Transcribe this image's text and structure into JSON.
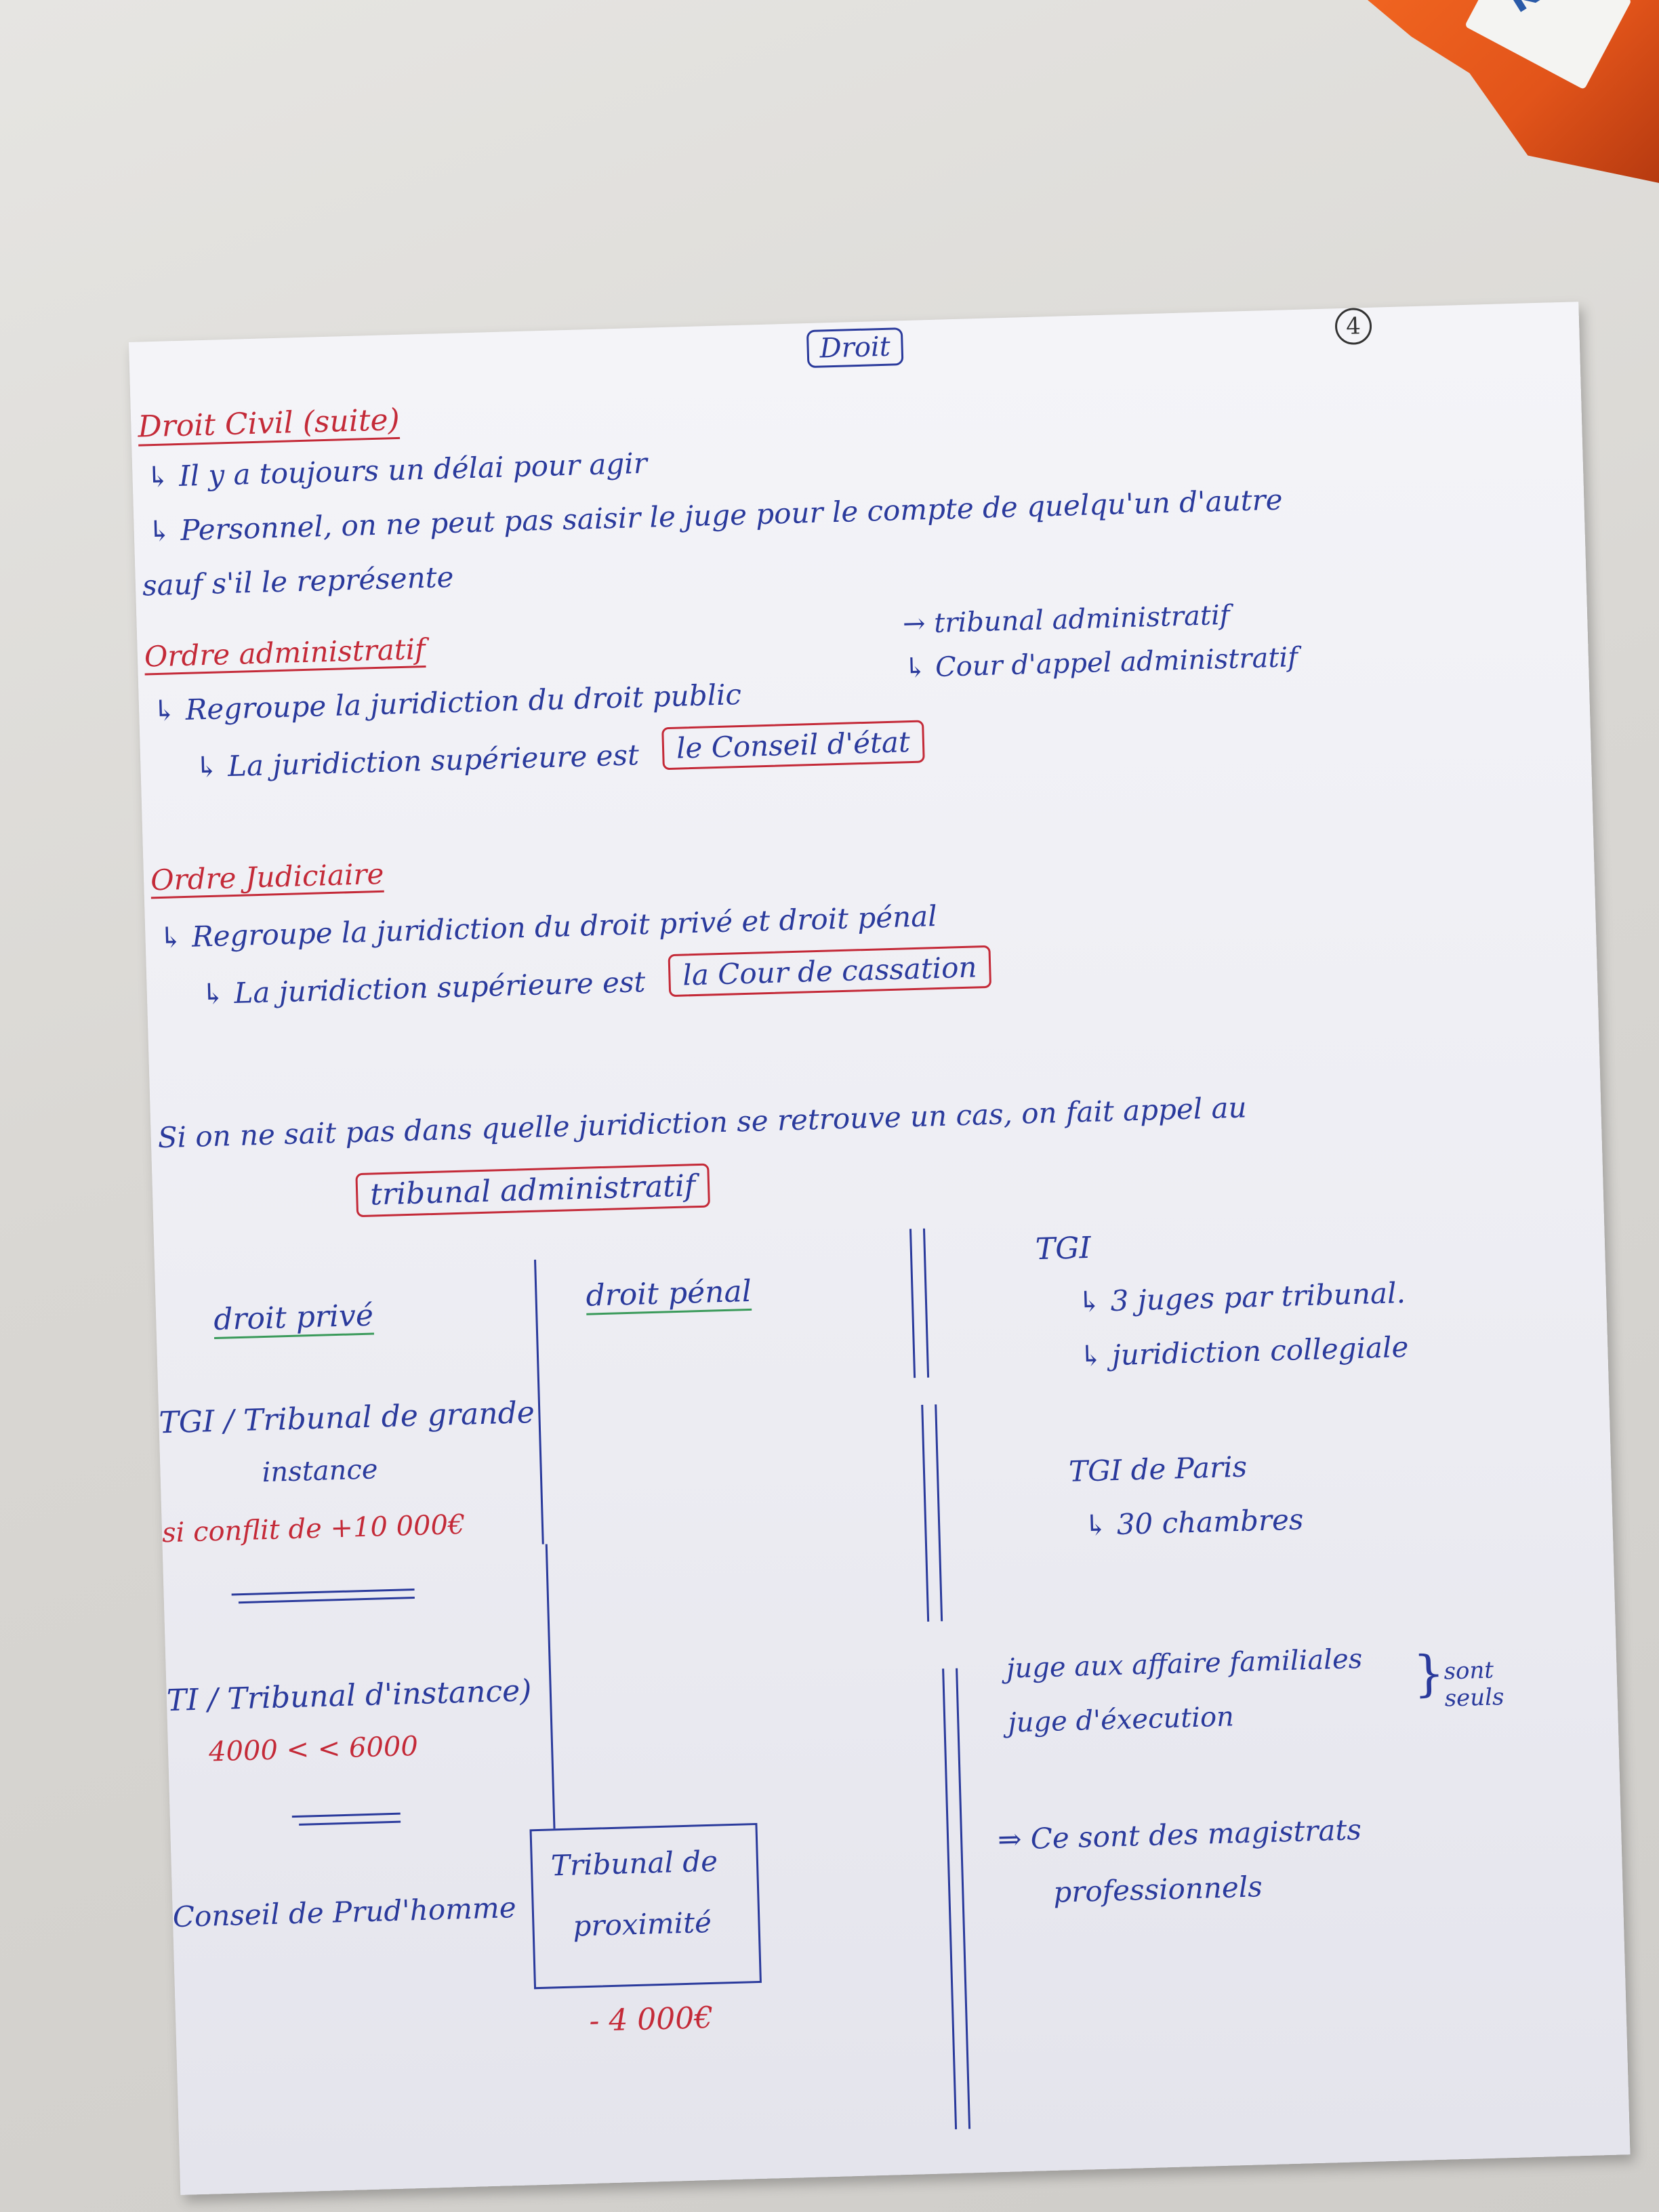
{
  "note": {
    "title": "Droit",
    "page_number": "4",
    "civil": {
      "heading": "Droit Civil (suite)",
      "line1": "↳ Il y a toujours un délai pour agir",
      "line2": "↳ Personnel, on ne peut pas saisir le juge pour le compte de quelqu'un d'autre",
      "line3": "sauf s'il le représente"
    },
    "admin": {
      "heading": "Ordre administratif",
      "line1": "↳ Regroupe la juridiction du droit public",
      "line2": "↳ La juridiction supérieure est",
      "box": "le Conseil d'état",
      "side1": "→ tribunal administratif",
      "side2": "↳ Cour d'appel administratif"
    },
    "judiciaire": {
      "heading": "Ordre Judiciaire",
      "line1": "↳ Regroupe la juridiction du droit privé et droit pénal",
      "line2": "↳ La juridiction supérieure est",
      "box": "la Cour de cassation"
    },
    "appel": {
      "line": "Si on ne sait pas dans quelle juridiction se retrouve un cas, on fait appel au",
      "box": "tribunal administratif"
    },
    "table": {
      "col1_header": "droit privé",
      "col2_header": "droit pénal",
      "tgi": "TGI / Tribunal de grande",
      "tgi_cont": "instance",
      "tgi_condition": "si conflit de +10 000€",
      "ti": "TI / Tribunal d'instance)",
      "ti_range": "4000 <    < 6000",
      "prudhomme": "Conseil de Prud'homme",
      "proximite_line1": "Tribunal de",
      "proximite_line2": "proximité",
      "proximite_amount": "- 4 000€"
    },
    "right": {
      "tgi": "TGI",
      "tgi_l1": "↳ 3 juges par tribunal.",
      "tgi_l2": "↳ juridiction collegiale",
      "paris": "TGI de Paris",
      "paris_l1": "↳ 30 chambres",
      "jaf": "juge aux affaire familiales",
      "jex": "juge d'éxecution",
      "seuls": "sont seuls",
      "magistrats1": "⇒ Ce sont des magistrats",
      "magistrats2": "professionnels"
    }
  }
}
